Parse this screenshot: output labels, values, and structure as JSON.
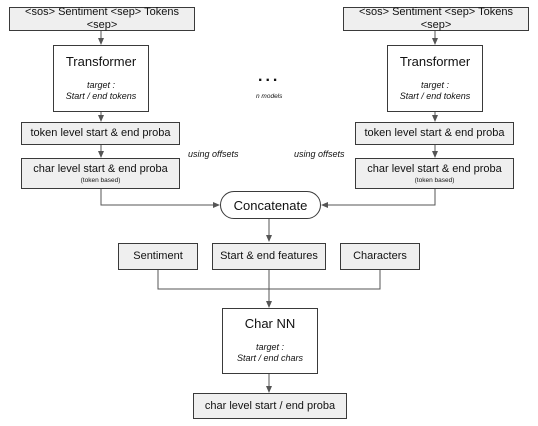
{
  "left": {
    "input": "<sos> Sentiment <sep> Tokens <sep>",
    "model_title": "Transformer",
    "model_target_label": "target :",
    "model_target_value": "Start / end tokens",
    "token_level": "token level start & end proba",
    "offsets_label": "using offsets",
    "char_level": "char level start & end proba",
    "char_level_note": "(token based)"
  },
  "right": {
    "input": "<sos> Sentiment <sep> Tokens <sep>",
    "model_title": "Transformer",
    "model_target_label": "target :",
    "model_target_value": "Start / end tokens",
    "token_level": "token level start & end proba",
    "offsets_label": "using offsets",
    "char_level": "char level start & end proba",
    "char_level_note": "(token based)"
  },
  "middle": {
    "ellipsis": "...",
    "n_models": "n models"
  },
  "concat": "Concatenate",
  "features": {
    "sentiment": "Sentiment",
    "start_end": "Start & end features",
    "characters": "Characters"
  },
  "char_nn": {
    "title": "Char NN",
    "target_label": "target :",
    "target_value": "Start / end chars"
  },
  "output": "char level start / end proba",
  "colors": {
    "box_fill": "#efefef",
    "stroke": "#3a3a3a",
    "line": "#555555"
  }
}
